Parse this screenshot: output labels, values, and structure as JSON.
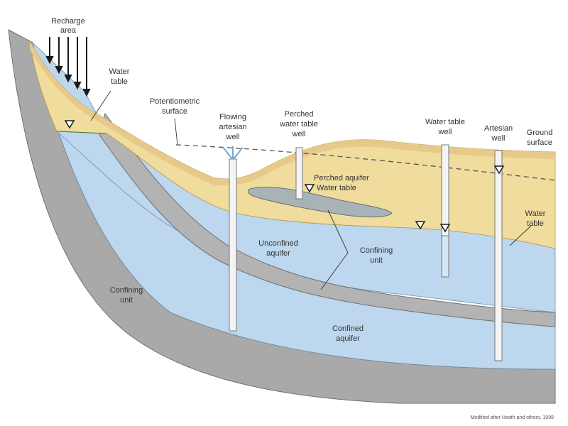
{
  "labels": {
    "recharge_area": [
      "Recharge",
      "area"
    ],
    "water_table_left": [
      "Water",
      "table"
    ],
    "potentiometric_surface": [
      "Potentiometric",
      "surface"
    ],
    "flowing_artesian_well": [
      "Flowing",
      "artesian",
      "well"
    ],
    "perched_water_table_well": [
      "Perched",
      "water table",
      "well"
    ],
    "water_table_well": [
      "Water table",
      "well"
    ],
    "artesian_well": [
      "Artesian",
      "well"
    ],
    "ground_surface": [
      "Ground",
      "surface"
    ],
    "perched_aquifer": "Perched aquifer",
    "perched_water_table": "Water table",
    "water_table_right": [
      "Water",
      "table"
    ],
    "unconfined_aquifer": [
      "Unconfined",
      "aquifer"
    ],
    "confining_unit_middle": [
      "Confining",
      "unit"
    ],
    "confining_unit_left": [
      "Confining",
      "unit"
    ],
    "confined_aquifer": [
      "Confined",
      "aquifer"
    ]
  },
  "credit": "Modified after Heath and others, 1998",
  "colors": {
    "background": "#ffffff",
    "bedrock_gray": "#a9a9a9",
    "confining_gray": "#b3b3b3",
    "aquifer_blue": "#bcd7ee",
    "sand_yellow": "#f0dc9c",
    "sand_topsoil": "#e7c98a",
    "perched_lens": "#a8b3b8",
    "well_casing": "#f4f4f4",
    "outline": "#4a4a4a"
  }
}
